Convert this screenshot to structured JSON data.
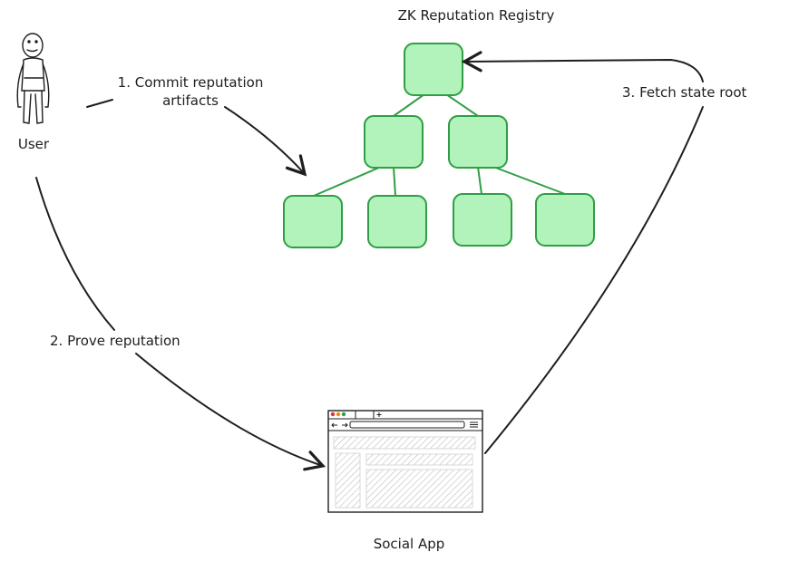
{
  "title": "ZK Reputation Registry",
  "actors": {
    "user": "User",
    "app": "Social App"
  },
  "steps": [
    {
      "number": "1.",
      "text": "Commit reputation artifacts"
    },
    {
      "number": "2.",
      "text": "Prove reputation"
    },
    {
      "number": "3.",
      "text": "Fetch state root"
    }
  ],
  "colors": {
    "node_fill": "#b2f2bb",
    "node_stroke": "#2f9e44",
    "ink": "#1e1e1e",
    "hatch": "#bdbdbd"
  },
  "icons": {
    "user": "stick-figure-icon",
    "app": "browser-window-icon"
  }
}
